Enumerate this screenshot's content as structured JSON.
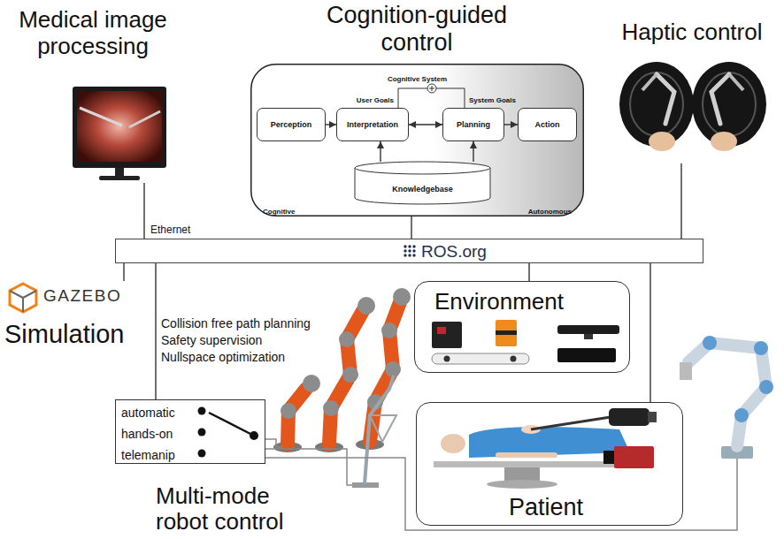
{
  "diagram": {
    "nodes": [
      {
        "text": [
          "Medical image processing"
        ]
      },
      {
        "text": [
          "Cognition-guided control",
          "Cognitive System",
          "Cognitive",
          "Autonomous"
        ]
      },
      {
        "text": [
          "Perception"
        ],
        "in": 1
      },
      {
        "text": [
          "Interpretation"
        ],
        "in": 1
      },
      {
        "text": [
          "Planning"
        ],
        "in": 1
      },
      {
        "text": [
          "Action"
        ],
        "in": 1
      },
      {
        "text": [
          "Knowledgebase"
        ],
        "in": 1
      },
      {
        "text": [
          "Haptic control"
        ]
      },
      {
        "text": [
          "ROS.org"
        ]
      },
      {
        "text": [
          "GAZEBO",
          "Simulation"
        ]
      },
      {
        "text": [
          "Environment"
        ]
      },
      {
        "text": [
          "automatic",
          "hands-on",
          "telemanip",
          "Multi-mode robot control"
        ]
      },
      {
        "text": [
          "Patient"
        ]
      }
    ],
    "edges": [
      {
        "from": 0,
        "to": 8,
        "arrow": "none",
        "label": "Ethernet"
      },
      {
        "from": 1,
        "to": 8,
        "arrow": "none"
      },
      {
        "from": 7,
        "to": 8,
        "arrow": "none"
      },
      {
        "from": 8,
        "to": 9,
        "arrow": "none"
      },
      {
        "from": 8,
        "to": 11,
        "arrow": "none"
      },
      {
        "from": 8,
        "to": 10,
        "arrow": "none"
      },
      {
        "from": 8,
        "to": 12,
        "arrow": "none"
      },
      {
        "from": 2,
        "to": 3,
        "arrow": "to"
      },
      {
        "from": 3,
        "to": 4,
        "arrow": "both"
      },
      {
        "from": 4,
        "to": 5,
        "arrow": "to"
      },
      {
        "from": 6,
        "to": 3,
        "arrow": "to"
      },
      {
        "from": 6,
        "to": 4,
        "arrow": "to"
      }
    ],
    "labels": [
      "User Goals",
      "System Goals",
      "Collision free path planning",
      "Safety supervision",
      "Nullspace optimization"
    ]
  }
}
